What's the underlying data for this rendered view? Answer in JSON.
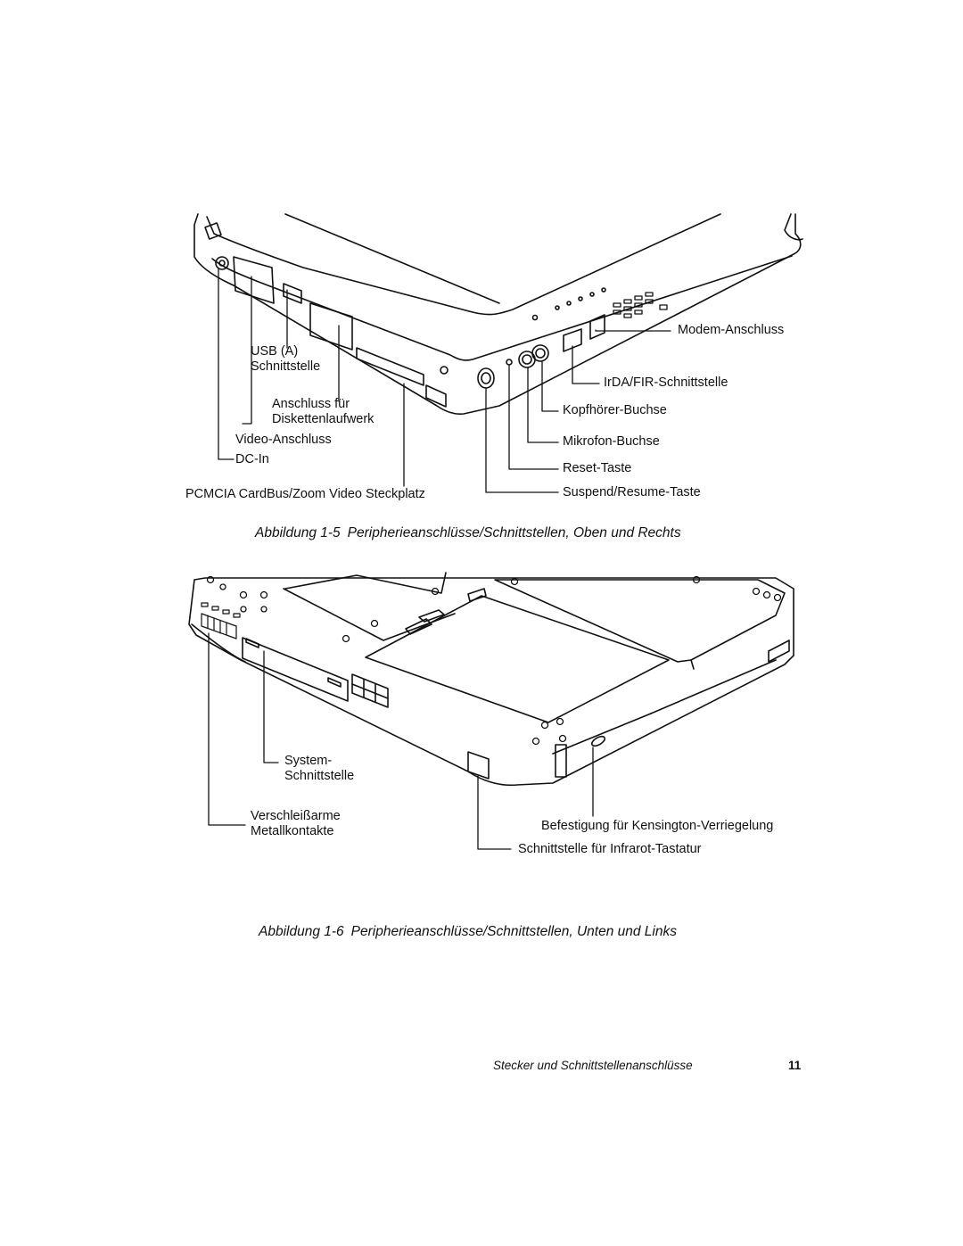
{
  "figure1": {
    "labels": {
      "modem": "Modem-Anschluss",
      "usb": "USB (A)\nSchnittstelle",
      "irda": "IrDA/FIR-Schnittstelle",
      "floppy": "Anschluss für\nDiskettenlaufwerk",
      "headphone": "Kopfhörer-Buchse",
      "video": "Video-Anschluss",
      "mic": "Mikrofon-Buchse",
      "dcin": "DC-In",
      "reset": "Reset-Taste",
      "pcmcia": "PCMCIA CardBus/Zoom Video Steckplatz",
      "suspend": "Suspend/Resume-Taste"
    },
    "caption_number": "Abbildung 1-5",
    "caption_text": "Peripherieanschlüsse/Schnittstellen, Oben und Rechts"
  },
  "figure2": {
    "labels": {
      "system": "System-\nSchnittstelle",
      "contacts": "Verschleißarme\nMetallkontakte",
      "kensington": "Befestigung für Kensington-Verriegelung",
      "infrared": "Schnittstelle für Infrarot-Tastatur"
    },
    "caption_number": "Abbildung 1-6",
    "caption_text": "Peripherieanschlüsse/Schnittstellen, Unten und Links"
  },
  "footer": {
    "title": "Stecker und Schnittstellenanschlüsse",
    "page_number": "11"
  }
}
